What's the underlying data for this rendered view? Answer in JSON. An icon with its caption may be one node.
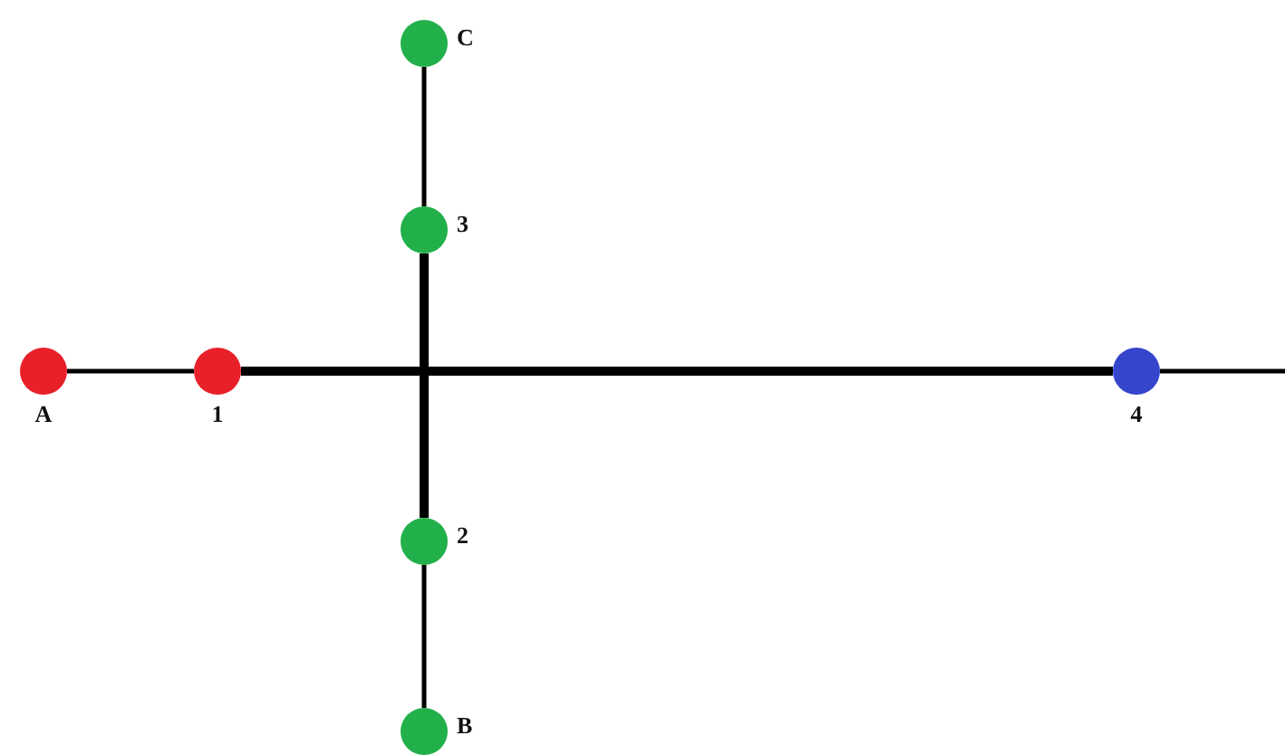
{
  "diagram": {
    "nodes": [
      {
        "text": [
          "C"
        ]
      },
      {
        "text": [
          "3"
        ]
      },
      {
        "text": [
          "A"
        ]
      },
      {
        "text": [
          "1"
        ]
      },
      {
        "text": [
          "4"
        ]
      },
      {
        "text": [
          "2"
        ]
      },
      {
        "text": [
          "B"
        ]
      }
    ],
    "edges": [
      {
        "from": 0,
        "to": 1,
        "arrow": "none"
      },
      {
        "from": 1,
        "to": 5,
        "arrow": "none",
        "style": "thick"
      },
      {
        "from": 2,
        "to": 3,
        "arrow": "none"
      },
      {
        "from": 3,
        "to": 4,
        "arrow": "none",
        "style": "thick"
      },
      {
        "from": 4,
        "to": null,
        "arrow": "none"
      },
      {
        "from": 5,
        "to": 6,
        "arrow": "none"
      }
    ]
  }
}
